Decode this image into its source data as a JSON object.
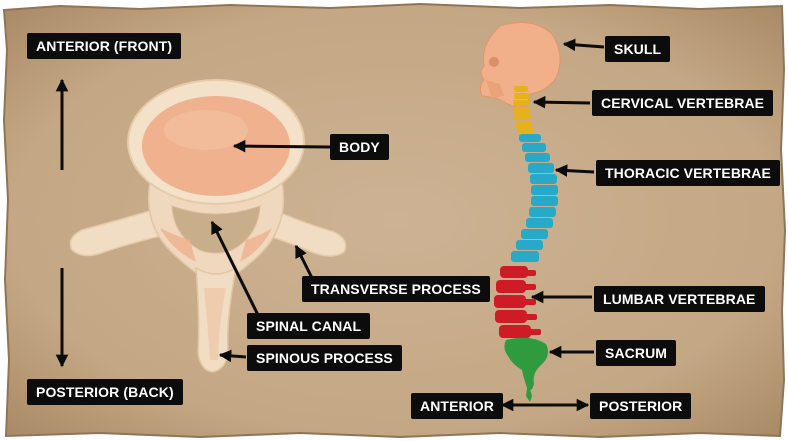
{
  "labels": {
    "anterior_front": "ANTERIOR (FRONT)",
    "posterior_back": "POSTERIOR (BACK)",
    "body": "BODY",
    "transverse_process": "TRANSVERSE PROCESS",
    "spinal_canal": "SPINAL CANAL",
    "spinous_process": "SPINOUS PROCESS",
    "skull": "SKULL",
    "cervical_vertebrae": "CERVICAL VERTEBRAE",
    "thoracic_vertebrae": "THORACIC VERTEBRAE",
    "lumbar_vertebrae": "LUMBAR VERTEBRAE",
    "sacrum": "SACRUM",
    "anterior": "ANTERIOR",
    "posterior": "POSTERIOR"
  },
  "colors": {
    "parchment": "#c7ab88",
    "bone": "#f1ddc4",
    "bone_inner": "#efb18e",
    "cervical": "#e6b21c",
    "thoracic": "#27a9c7",
    "lumbar": "#cf1b26",
    "sacrum": "#2f9a3e",
    "label_bg": "#0c0c0c"
  }
}
